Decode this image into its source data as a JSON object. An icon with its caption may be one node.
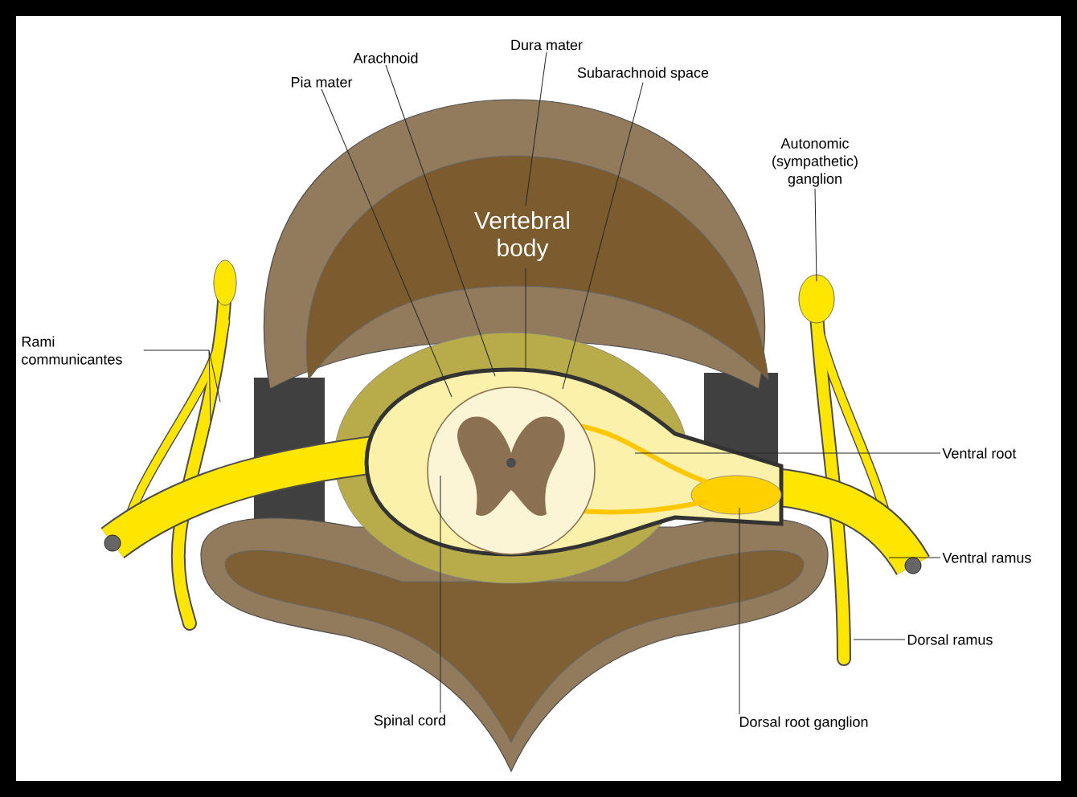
{
  "diagram": {
    "nodes": [
      {
        "text": [
          "Pia mater"
        ]
      },
      {
        "text": [
          "Arachnoid"
        ]
      },
      {
        "text": [
          "Dura mater"
        ]
      },
      {
        "text": [
          "Subarachnoid space"
        ]
      },
      {
        "text": [
          "Autonomic (sympathetic) ganglion"
        ]
      },
      {
        "text": [
          "Rami communicantes"
        ]
      },
      {
        "text": [
          "Ventral root"
        ]
      },
      {
        "text": [
          "Ventral ramus"
        ]
      },
      {
        "text": [
          "Dorsal ramus"
        ]
      },
      {
        "text": [
          "Spinal cord"
        ]
      },
      {
        "text": [
          "Dorsal root ganglion"
        ]
      }
    ],
    "edges": [
      {
        "from": 0,
        "to": null,
        "arrow": "none"
      },
      {
        "from": 1,
        "to": null,
        "arrow": "none"
      },
      {
        "from": 2,
        "to": null,
        "arrow": "none"
      },
      {
        "from": 3,
        "to": null,
        "arrow": "none"
      },
      {
        "from": 4,
        "to": null,
        "arrow": "none"
      },
      {
        "from": 5,
        "to": null,
        "arrow": "none"
      },
      {
        "from": 6,
        "to": null,
        "arrow": "none"
      },
      {
        "from": 7,
        "to": null,
        "arrow": "none"
      },
      {
        "from": 8,
        "to": null,
        "arrow": "none"
      },
      {
        "from": 9,
        "to": null,
        "arrow": "none"
      },
      {
        "from": 10,
        "to": null,
        "arrow": "none"
      }
    ],
    "labels": [
      "Vertebral body"
    ]
  }
}
